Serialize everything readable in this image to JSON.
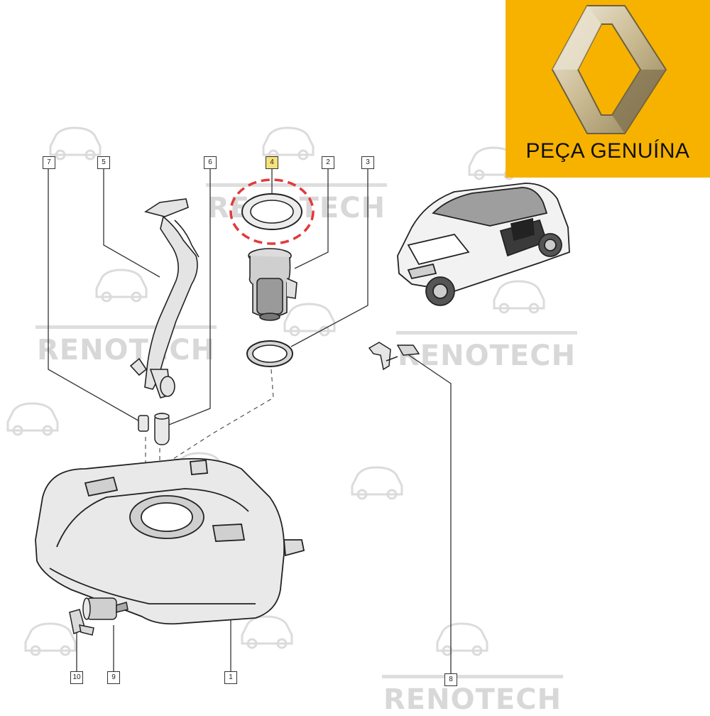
{
  "badge": {
    "text": "PEÇA GENUÍNA",
    "color": "#f7b200"
  },
  "watermark": {
    "text": "RENOTECH"
  },
  "callouts": [
    {
      "id": "7",
      "highlight": false
    },
    {
      "id": "5",
      "highlight": false
    },
    {
      "id": "6",
      "highlight": false
    },
    {
      "id": "4",
      "highlight": true
    },
    {
      "id": "2",
      "highlight": false
    },
    {
      "id": "3",
      "highlight": false
    },
    {
      "id": "8",
      "highlight": false
    },
    {
      "id": "10",
      "highlight": false
    },
    {
      "id": "9",
      "highlight": false
    },
    {
      "id": "1",
      "highlight": false
    }
  ],
  "colors": {
    "highlight_ring": "#e23a3a",
    "line": "#333333"
  },
  "icons": [
    "renault-logo-icon",
    "car-silhouette-icon",
    "fuel-tank-icon"
  ]
}
